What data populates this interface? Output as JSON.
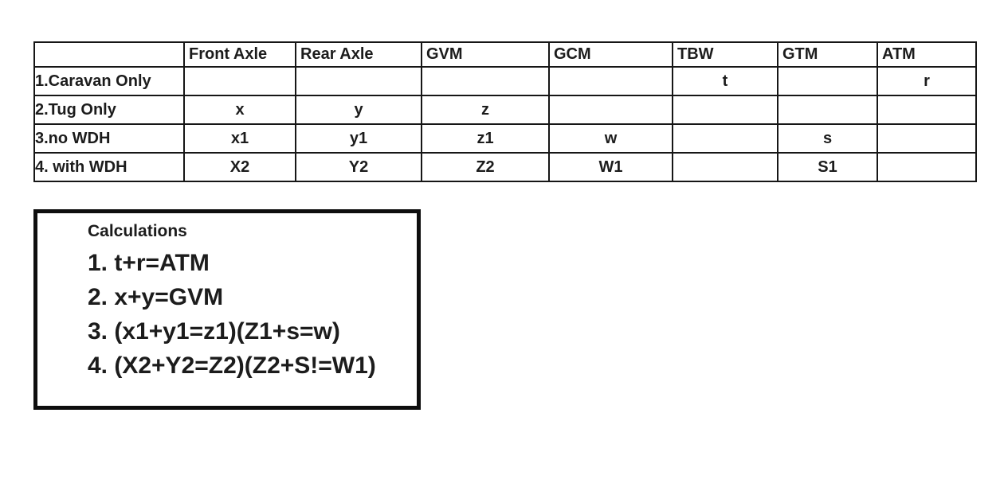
{
  "page": {
    "background": "#ffffff",
    "text_color": "#1c1c1c",
    "border_color": "#161616"
  },
  "table": {
    "highlight_color": "#fbe58a",
    "columns": [
      "",
      "Front Axle",
      "Rear Axle",
      "GVM",
      "GCM",
      "TBW",
      "GTM",
      "ATM"
    ],
    "rows": [
      {
        "label": "1.Caravan Only",
        "cells": [
          {
            "text": "",
            "fill": true
          },
          {
            "text": "",
            "fill": true
          },
          {
            "text": "",
            "fill": true
          },
          {
            "text": "",
            "fill": true
          },
          {
            "text": "t",
            "fill": false
          },
          {
            "text": "",
            "fill": true
          },
          {
            "text": "r",
            "fill": false
          }
        ]
      },
      {
        "label": "2.Tug Only",
        "cells": [
          {
            "text": "x",
            "fill": false
          },
          {
            "text": "y",
            "fill": false
          },
          {
            "text": "z",
            "fill": false
          },
          {
            "text": "",
            "fill": true
          },
          {
            "text": "",
            "fill": true
          },
          {
            "text": "",
            "fill": true
          },
          {
            "text": "",
            "fill": true
          }
        ]
      },
      {
        "label": "3.no WDH",
        "cells": [
          {
            "text": "x1",
            "fill": false
          },
          {
            "text": "y1",
            "fill": false
          },
          {
            "text": "z1",
            "fill": false
          },
          {
            "text": "w",
            "fill": false
          },
          {
            "text": "",
            "fill": true
          },
          {
            "text": "s",
            "fill": false
          },
          {
            "text": "",
            "fill": true
          }
        ]
      },
      {
        "label": "4. with WDH",
        "cells": [
          {
            "text": "X2",
            "fill": false
          },
          {
            "text": "Y2",
            "fill": false
          },
          {
            "text": "Z2",
            "fill": false
          },
          {
            "text": "W1",
            "fill": false
          },
          {
            "text": "",
            "fill": true
          },
          {
            "text": "S1",
            "fill": false
          },
          {
            "text": "",
            "fill": true
          }
        ]
      }
    ]
  },
  "calculations": {
    "title": "Calculations",
    "items": [
      "1. t+r=ATM",
      "2. x+y=GVM",
      "3. (x1+y1=z1)(Z1+s=w)",
      "4. (X2+Y2=Z2)(Z2+S!=W1)"
    ]
  }
}
